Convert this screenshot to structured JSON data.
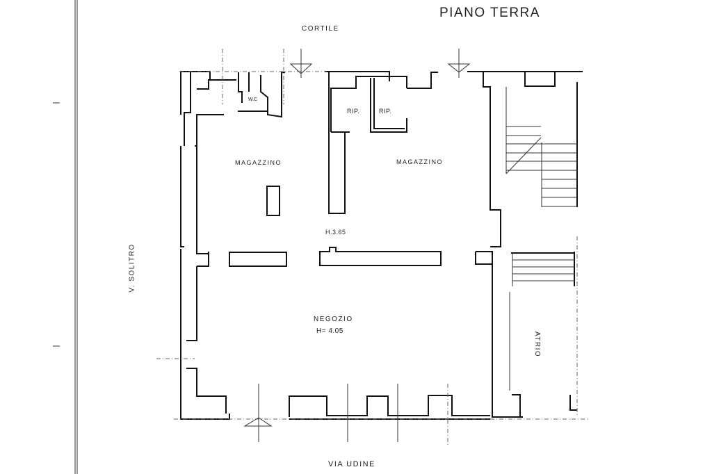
{
  "title": "PIANO TERRA",
  "labels": {
    "north": "CORTILE",
    "south": "VIA UDINE",
    "west": "V. SOLITRO",
    "atrium": "ATRIO"
  },
  "rooms": [
    {
      "name": "MAGAZZINO"
    },
    {
      "name": "MAGAZZINO"
    },
    {
      "name": "RIP."
    },
    {
      "name": "RIP."
    },
    {
      "name": "W.C"
    },
    {
      "name": "NEGOZIO",
      "height": "H= 4.05"
    }
  ],
  "magazzino_height": "H.3.65"
}
